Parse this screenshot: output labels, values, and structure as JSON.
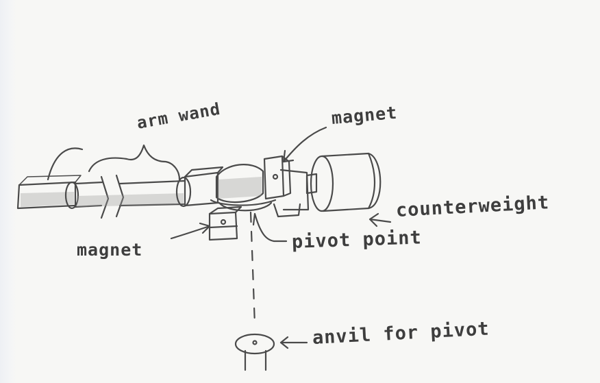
{
  "diagram": {
    "labels": {
      "arm_wand": "arm wand",
      "magnet_top": "magnet",
      "magnet_left": "magnet",
      "counterweight": "counterweight",
      "pivot_point": "pivot point",
      "anvil": "anvil for pivot"
    },
    "colors": {
      "ink": "#4a4a4a",
      "paper": "#f7f7f5"
    }
  }
}
